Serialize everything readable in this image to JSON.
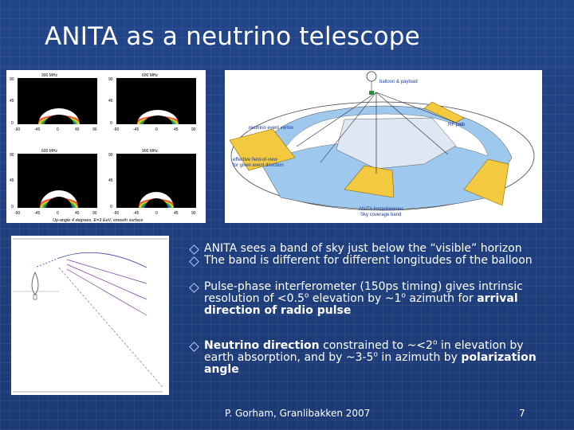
{
  "title": "ANITA as a neutrino telescope",
  "freq_panel": {
    "plots": [
      {
        "freq": "300 MHz",
        "yticks": [
          "90",
          "45",
          "0"
        ]
      },
      {
        "freq": "600 MHz",
        "yticks": [
          "90",
          "45",
          "0"
        ]
      },
      {
        "freq": "600 MHz",
        "yticks": [
          "90",
          "45",
          "0"
        ]
      },
      {
        "freq": "900 MHz",
        "yticks": [
          "90",
          "45",
          "0"
        ]
      }
    ],
    "xticks": [
      "-90",
      "-45",
      "0",
      "45",
      "90"
    ],
    "caption": "Up-angle 4 degrees, E=3 EeV, smooth surface"
  },
  "geometry": {
    "balloon_label": "balloon & payload",
    "vertex_label": "neutrino event vertex",
    "rf_label": "RF path",
    "fov_label_1": "effective field-of-view",
    "fov_label_2": "for given event direction",
    "band_label_1": "ANITA Instantaneous",
    "band_label_2": "Sky coverage band"
  },
  "bullets": [
    {
      "text": "ANITA sees a band of sky just below the “visible” horizon"
    },
    {
      "text": "The  band is different for different longitudes of the balloon"
    },
    {
      "pre": "Pulse-phase  interferometer (150ps timing) gives intrinsic resolution of <0.5",
      "sup1": "o",
      "mid": " elevation by ~1",
      "sup2": "o",
      "post": " azimuth for ",
      "bold": "arrival direction of radio pulse"
    },
    {
      "bold": "Neutrino direction",
      "pre": " constrained to ~<2",
      "sup1": "o",
      "mid": " in elevation by earth absorption, and by ~3-5",
      "sup2": "o",
      "post": "  in azimuth by ",
      "bold2": "polarization angle"
    }
  ],
  "footer": "P. Gorham, Granlibakken 2007",
  "page_number": "7",
  "colors": {
    "background": "#1f3d7a",
    "text": "#ffffff",
    "bullet_marker": "#b9c8ff",
    "sky": "#9ec8ee",
    "band": "#f2c93f"
  }
}
